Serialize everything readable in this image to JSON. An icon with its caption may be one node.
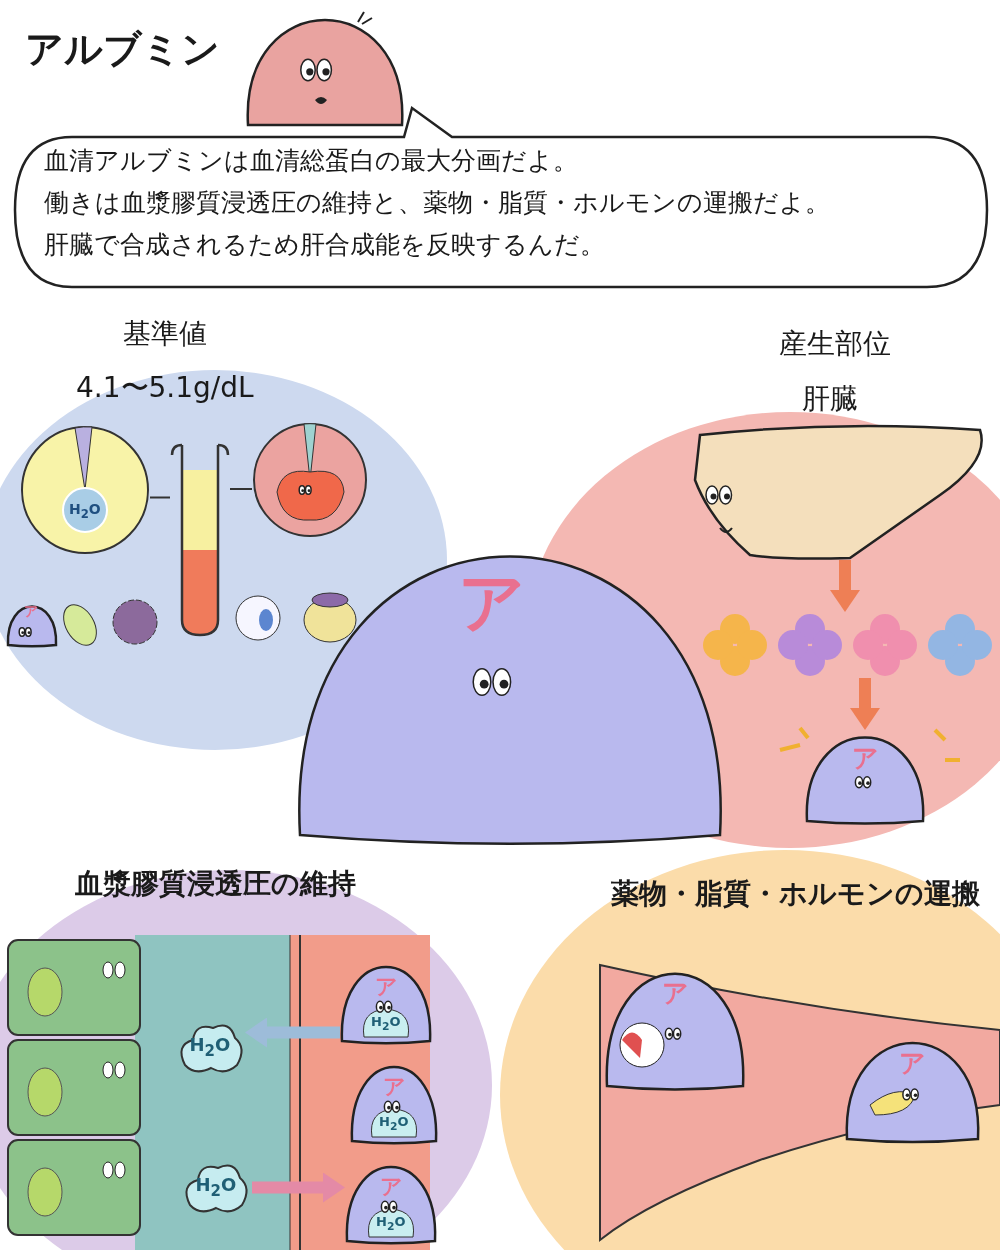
{
  "diagram": {
    "title": "アルブミン",
    "nodes": [
      {
        "text": [
          "血清アルブミンは血清総蛋白の最大分画だよ。",
          "働きは血漿膠質浸透圧の維持と、薬物・脂質・ホルモンの運搬だよ。",
          "肝臓で合成されるため肝合成能を反映するんだ。"
        ]
      },
      {
        "text": [],
        "shape": "picture"
      },
      {
        "text": [],
        "shape": "picture"
      },
      {
        "text": [
          "ア"
        ]
      },
      {
        "text": [
          "H$_{2}$O"
        ]
      },
      {
        "text": [],
        "shape": "picture"
      },
      {
        "text": [],
        "shape": "picture"
      },
      {
        "text": [
          "H$_{2}$O"
        ]
      },
      {
        "text": [
          "H$_{2}$O"
        ]
      },
      {
        "text": [
          "ア",
          "H$_{2}$O"
        ]
      },
      {
        "text": [
          "ア",
          "H$_{2}$O"
        ]
      },
      {
        "text": [
          "ア",
          "H$_{2}$O"
        ]
      },
      {
        "text": [
          "ア"
        ]
      },
      {
        "text": [
          "ア"
        ]
      }
    ],
    "edges": [
      {
        "from": 1,
        "to": 2,
        "arrow": "to",
        "color": "#ee7f55"
      },
      {
        "from": 2,
        "to": 3,
        "arrow": "to",
        "color": "#ee7f55"
      },
      {
        "from": 4,
        "to": 6,
        "arrow": "none",
        "color": "#333333"
      },
      {
        "from": 5,
        "to": 6,
        "arrow": "none",
        "color": "#333333"
      },
      {
        "from": 9,
        "to": 7,
        "arrow": "to",
        "color": "#9dbcd9"
      },
      {
        "from": 8,
        "to": 11,
        "arrow": "to",
        "color": "#e48aa6"
      }
    ],
    "labels": [
      "基準値",
      "4.1〜5.1g/dL",
      "産生部位",
      "肝臓",
      "ア",
      "ア",
      "血漿膠質浸透圧の維持",
      "薬物・脂質・ホルモンの運搬"
    ]
  }
}
